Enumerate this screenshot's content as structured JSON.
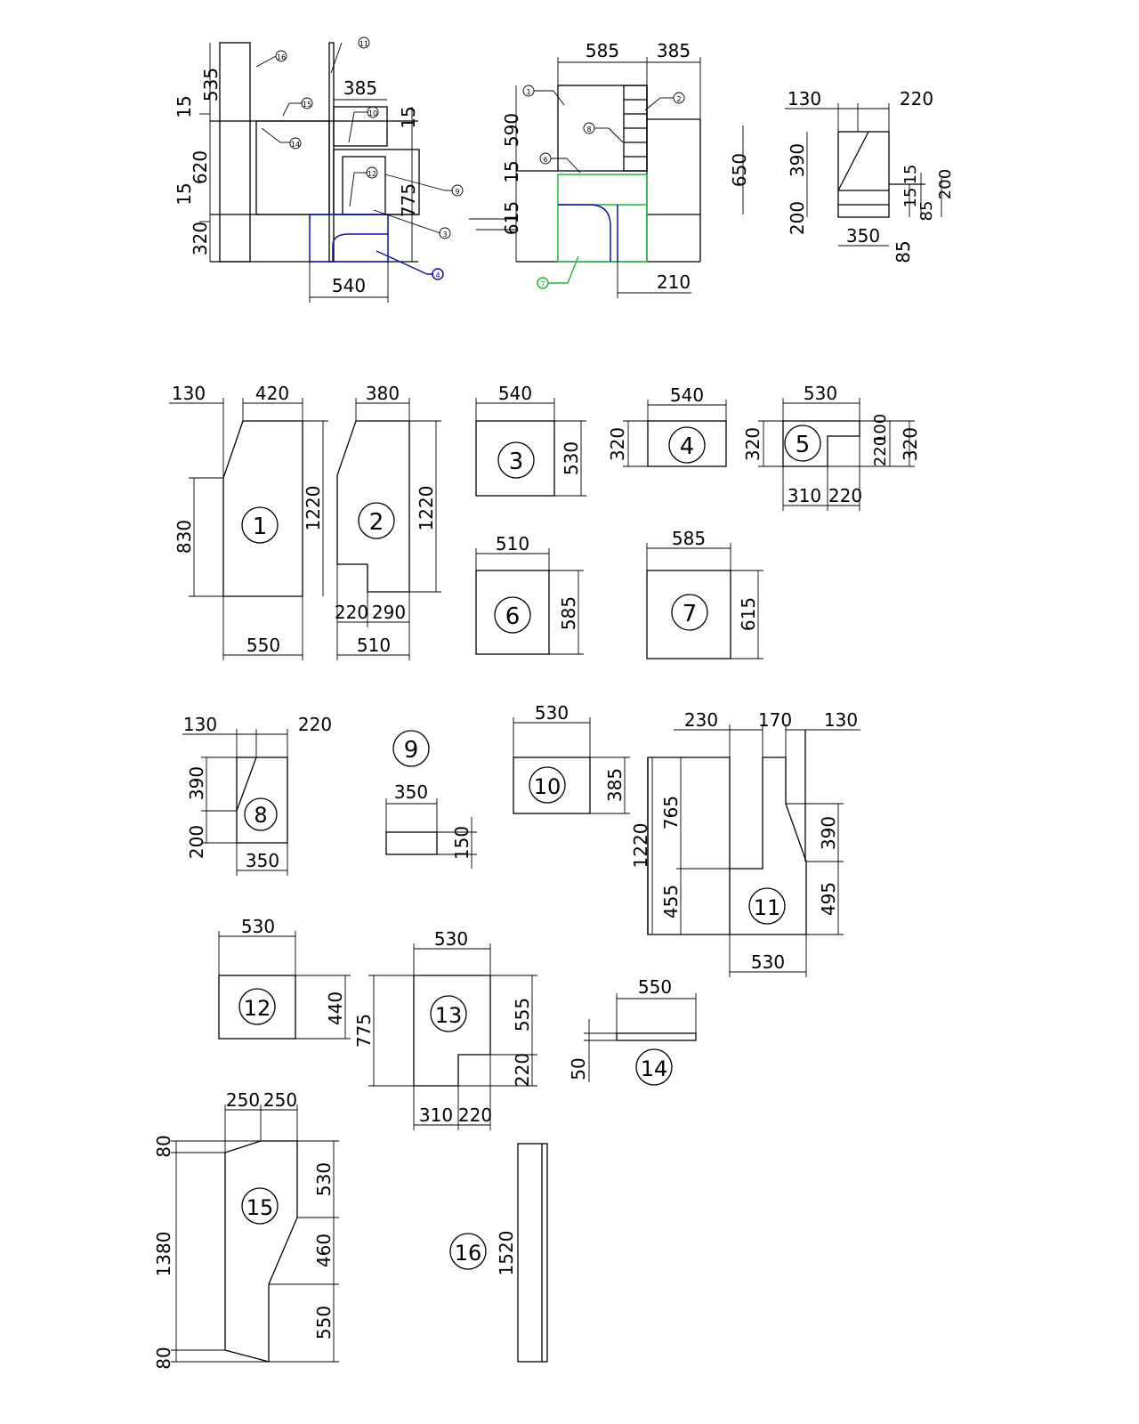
{
  "colors": {
    "line": "#000000",
    "blue": "#1010a0",
    "green": "#22b83a"
  },
  "top": {
    "left": [
      "535",
      "15",
      "620",
      "15",
      "320",
      "385",
      "15",
      "775",
      "540"
    ],
    "mid": [
      "585",
      "385",
      "590",
      "15",
      "615",
      "650",
      "210"
    ],
    "right": [
      "130",
      "220",
      "390",
      "200",
      "350",
      "85",
      "15",
      "15",
      "85",
      "200"
    ]
  },
  "parts": {
    "p1": {
      "label": "1",
      "dims": [
        "130",
        "420",
        "830",
        "1220",
        "550"
      ]
    },
    "p2": {
      "label": "2",
      "dims": [
        "380",
        "1220",
        "220",
        "290",
        "510"
      ]
    },
    "p3": {
      "label": "3",
      "dims": [
        "540",
        "530"
      ]
    },
    "p4": {
      "label": "4",
      "dims": [
        "540",
        "320"
      ]
    },
    "p5": {
      "label": "5",
      "dims": [
        "530",
        "320",
        "100",
        "220",
        "320",
        "310",
        "220"
      ]
    },
    "p6": {
      "label": "6",
      "dims": [
        "510",
        "585"
      ]
    },
    "p7": {
      "label": "7",
      "dims": [
        "585",
        "615"
      ]
    },
    "p8": {
      "label": "8",
      "dims": [
        "130",
        "220",
        "390",
        "200",
        "350"
      ]
    },
    "p9": {
      "label": "9",
      "dims": [
        "350",
        "150"
      ]
    },
    "p10": {
      "label": "10",
      "dims": [
        "530",
        "385"
      ]
    },
    "p11": {
      "label": "11",
      "dims": [
        "230",
        "170",
        "130",
        "1220",
        "765",
        "455",
        "390",
        "495",
        "530"
      ]
    },
    "p12": {
      "label": "12",
      "dims": [
        "530",
        "440"
      ]
    },
    "p13": {
      "label": "13",
      "dims": [
        "530",
        "775",
        "555",
        "220",
        "310",
        "220"
      ]
    },
    "p14": {
      "label": "14",
      "dims": [
        "550",
        "50"
      ]
    },
    "p15": {
      "label": "15",
      "dims": [
        "250",
        "250",
        "80",
        "1380",
        "530",
        "460",
        "550",
        "80"
      ]
    },
    "p16": {
      "label": "16",
      "dims": [
        "1520"
      ]
    }
  },
  "callouts": {
    "top_left": [
      "16",
      "11",
      "15",
      "10",
      "14",
      "12",
      "9",
      "3",
      "4"
    ],
    "top_mid": [
      "1",
      "2",
      "8",
      "6",
      "7"
    ]
  }
}
